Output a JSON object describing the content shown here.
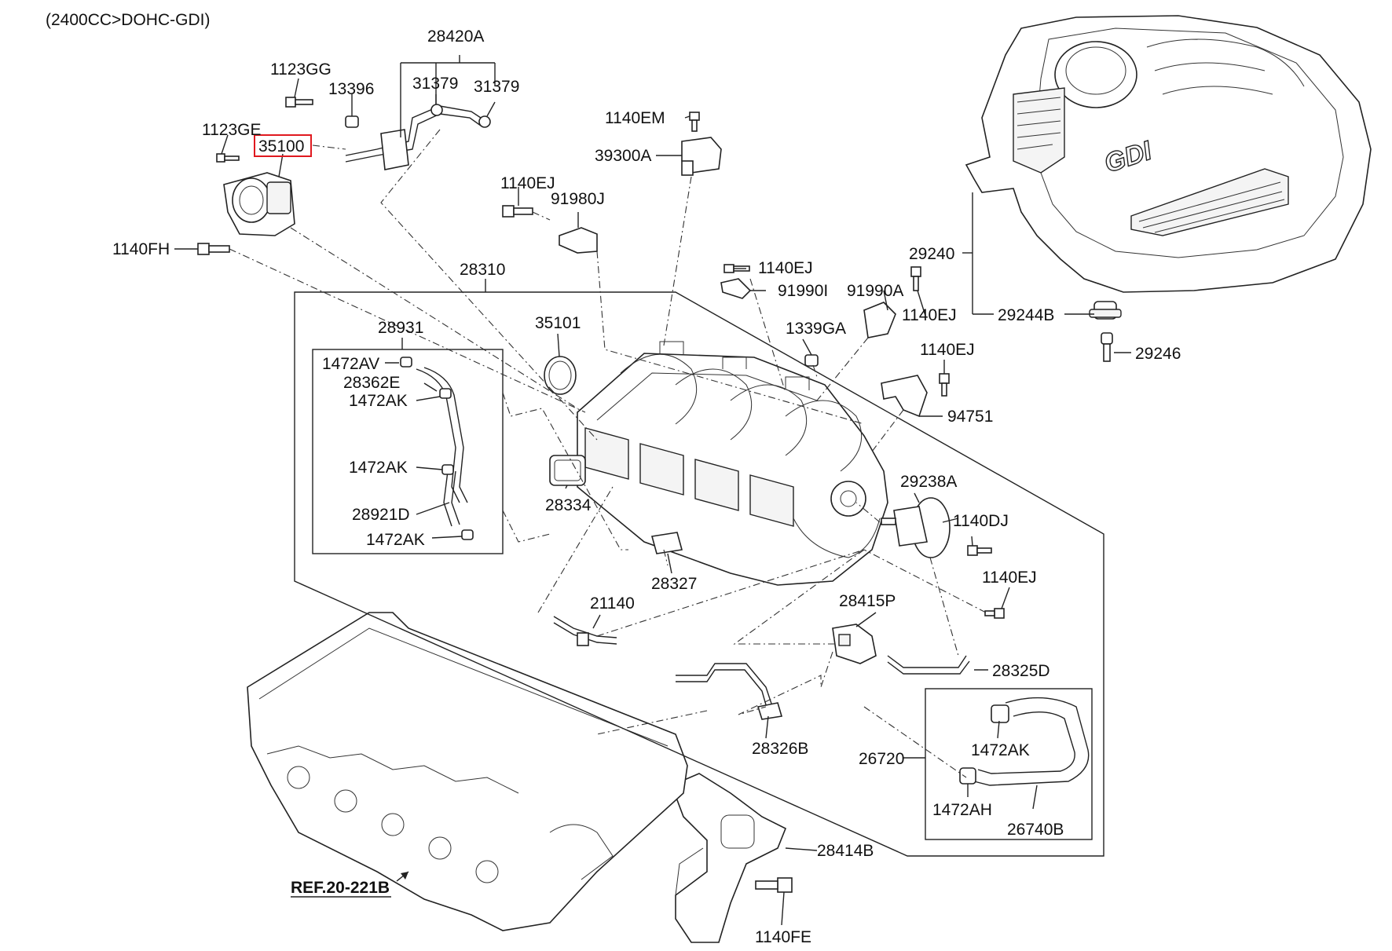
{
  "diagram": {
    "variant_note": "(2400CC>DOHC-GDI)",
    "highlighted_part": "35100",
    "highlight_color": "#e0191f",
    "ref_label": "REF.20-221B",
    "parts": {
      "p28420A": "28420A",
      "p1123GG": "1123GG",
      "p13396": "13396",
      "p31379_a": "31379",
      "p31379_b": "31379",
      "p1123GE": "1123GE",
      "p35100": "35100",
      "p1140EM": "1140EM",
      "p39300A": "39300A",
      "p1140EJ_a": "1140EJ",
      "p91980J": "91980J",
      "p1140FH": "1140FH",
      "p28310": "28310",
      "p1140EJ_b": "1140EJ",
      "p91990I": "91990I",
      "p91990A": "91990A",
      "p1140EJ_c": "1140EJ",
      "p28931": "28931",
      "p35101": "35101",
      "p1339GA": "1339GA",
      "p1472AV": "1472AV",
      "p28362E": "28362E",
      "p1472AK_a": "1472AK",
      "p1140EJ_d": "1140EJ",
      "p94751": "94751",
      "p1472AK_b": "1472AK",
      "p29238A": "29238A",
      "p28334": "28334",
      "p1140DJ": "1140DJ",
      "p28921D": "28921D",
      "p1472AK_c": "1472AK",
      "p1140EJ_e": "1140EJ",
      "p28327": "28327",
      "p21140": "21140",
      "p28415P": "28415P",
      "p28325D": "28325D",
      "p28326B": "28326B",
      "p1472AK_d": "1472AK",
      "p26720": "26720",
      "p1472AH": "1472AH",
      "p26740B": "26740B",
      "p28414B": "28414B",
      "p1140FE": "1140FE",
      "p29240": "29240",
      "p29244B": "29244B",
      "p29246": "29246",
      "cover_logo": "GDI"
    }
  }
}
